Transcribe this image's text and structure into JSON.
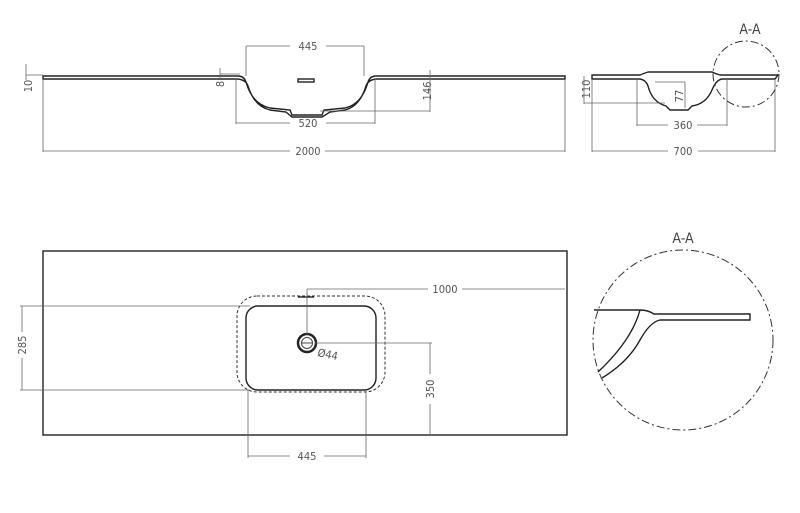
{
  "front_view": {
    "width_total": "2000",
    "thickness": "10",
    "rim": "8",
    "basin_top": "445",
    "basin_outer": "520",
    "depth": "146"
  },
  "side_view": {
    "depth_total": "700",
    "basin": "360",
    "height": "110",
    "drain": "77",
    "section_label": "A-A"
  },
  "top_view": {
    "offset": "1000",
    "basin_depth": "285",
    "drain_from_front": "350",
    "basin_width": "445",
    "drain_diameter": "Ø44"
  },
  "detail": {
    "label": "A-A"
  }
}
